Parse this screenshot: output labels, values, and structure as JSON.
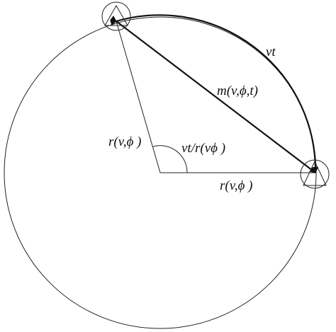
{
  "diagram": {
    "labels": {
      "arc_length": "vt",
      "chord": "m(v,ϕ,t)",
      "radius_left": "r(v,ϕ )",
      "angle": "vt/r(vϕ )",
      "radius_bottom": "r(v,ϕ )"
    },
    "colors": {
      "stroke": "#111111",
      "background": "#ffffff"
    }
  }
}
